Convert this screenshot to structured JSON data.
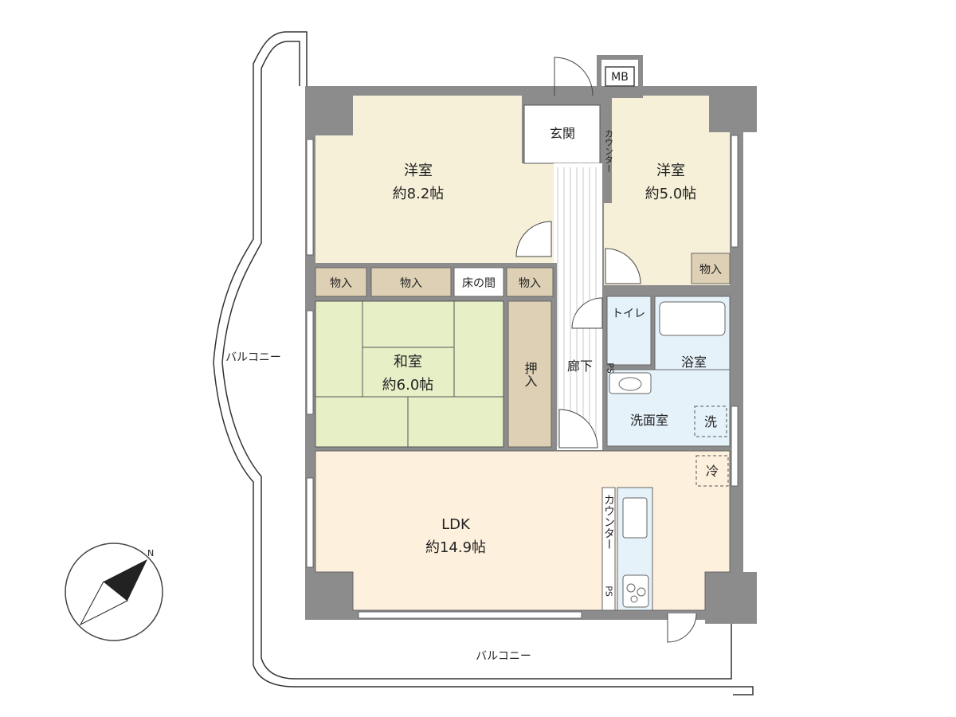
{
  "floorplan": {
    "rooms": {
      "western_a": {
        "name": "洋室",
        "size": "約8.2帖"
      },
      "western_b": {
        "name": "洋室",
        "size": "約5.0帖"
      },
      "japanese": {
        "name": "和室",
        "size": "約6.0帖"
      },
      "ldk": {
        "name": "LDK",
        "size": "約14.9帖"
      },
      "entrance": "玄関",
      "hallway": "廊下",
      "toilet": "トイレ",
      "bath": "浴室",
      "washroom": "洗面室"
    },
    "storage": {
      "closet_1": "物入",
      "closet_2": "物入",
      "closet_3": "物入",
      "closet_4": "物入",
      "tokonoma": "床の間",
      "oshiire": "押入"
    },
    "fixtures": {
      "mb": "MB",
      "ps_1": "PS",
      "ps_2": "PS",
      "counter_top": "カウンター",
      "counter_kitchen": "カウンター",
      "washer": "洗",
      "fridge": "冷"
    },
    "balcony": {
      "west": "バルコニー",
      "south": "バルコニー"
    },
    "compass": {
      "north": "N"
    }
  },
  "colors": {
    "wall": "#8c8c8c",
    "western": "#f6f0d8",
    "japanese": "#e7efc6",
    "tatami_line": "#555555",
    "ldk": "#fdf0dd",
    "wet": "#e5f2fa",
    "storage": "#ddd0b4",
    "hallway": "#ffffff"
  }
}
